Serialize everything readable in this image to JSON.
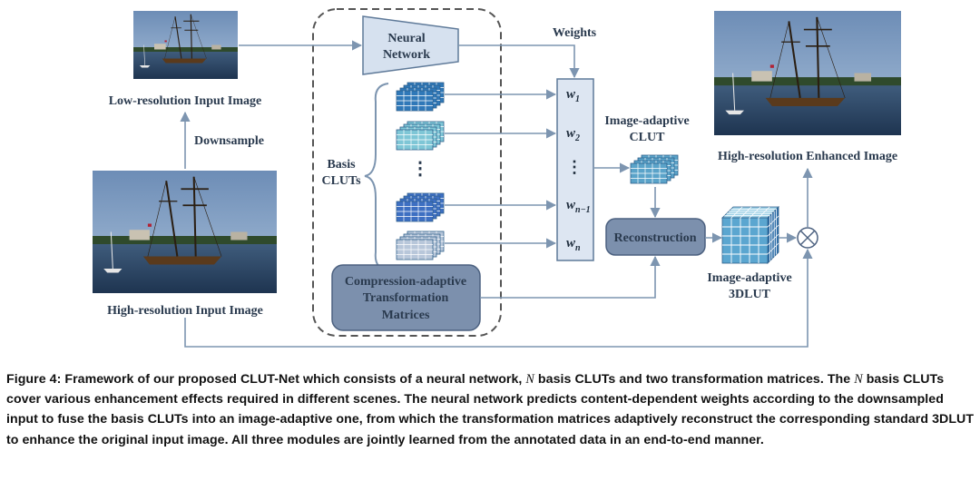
{
  "diagram": {
    "labels": {
      "low_res_input": "Low-resolution Input Image",
      "downsample": "Downsample",
      "high_res_input": "High-resolution Input Image",
      "neural_network_line1": "Neural",
      "neural_network_line2": "Network",
      "weights": "Weights",
      "basis_cluts_line1": "Basis",
      "basis_cluts_line2": "CLUTs",
      "image_adaptive_clut_line1": "Image-adaptive",
      "image_adaptive_clut_line2": "CLUT",
      "reconstruction": "Reconstruction",
      "image_adaptive_3dlut_line1": "Image-adaptive",
      "image_adaptive_3dlut_line2": "3DLUT",
      "high_res_enhanced": "High-resolution Enhanced Image",
      "compression_line1": "Compression-adaptive",
      "compression_line2": "Transformation",
      "compression_line3": "Matrices",
      "ellipsis": "⋮"
    },
    "weights": [
      {
        "base": "w",
        "sub": "1"
      },
      {
        "base": "w",
        "sub": "2"
      },
      {
        "base": "⋮",
        "sub": ""
      },
      {
        "base": "w",
        "sub": "n−1"
      },
      {
        "base": "w",
        "sub": "n"
      }
    ],
    "colors": {
      "arrow": "#7d95b0",
      "box_fill": "#dde6f2",
      "box_stroke": "#5f7a99",
      "dark_box": "#7c90ad",
      "dashed": "#555555"
    }
  },
  "caption": {
    "prefix": "Figure 4: Framework of our proposed CLUT-Net which consists of a neural network, ",
    "n1": "N",
    "mid1": " basis CLUTs and two transformation matrices. The ",
    "n2": "N",
    "rest": " basis CLUTs cover various enhancement effects required in different scenes. The neural network predicts content-dependent weights according to the downsampled input to fuse the basis CLUTs into an image-adaptive one, from which the transformation matrices adaptively reconstruct the corresponding standard 3DLUT to enhance the original input image. All three modules are jointly learned from the annotated data in an end-to-end manner."
  }
}
